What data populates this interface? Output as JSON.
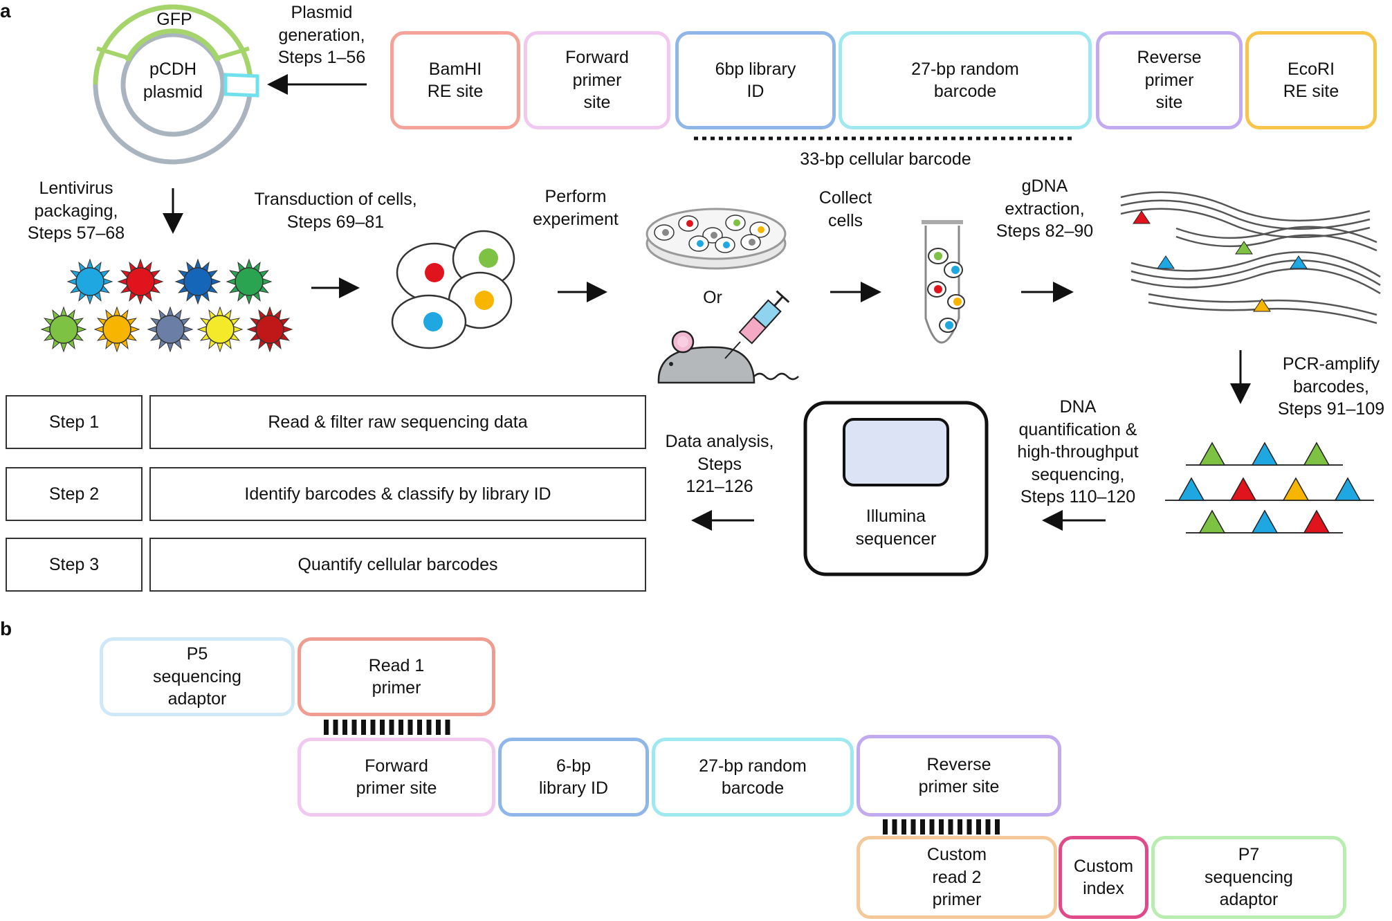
{
  "panel_a": {
    "letter": "a",
    "plasmid": {
      "gfp": "GFP",
      "name": "pCDH\nplasmid"
    },
    "plasmid_generation": "Plasmid\ngeneration,\nSteps 1–56",
    "construct": [
      {
        "label": "BamHI\nRE site",
        "color": "#f4a29a"
      },
      {
        "label": "Forward\nprimer\nsite",
        "color": "#f1c8f0"
      },
      {
        "label": "6bp library\nID",
        "color": "#8fb6e8"
      },
      {
        "label": "27-bp random\nbarcode",
        "color": "#9ee9ef"
      },
      {
        "label": "Reverse\nprimer\nsite",
        "color": "#c2aaf0"
      },
      {
        "label": "EcoRI\nRE site",
        "color": "#f7c44c"
      }
    ],
    "cellular_barcode": "33-bp cellular barcode",
    "lentivirus": "Lentivirus\npackaging,\nSteps 57–68",
    "transduction": "Transduction of cells,\nSteps 69–81",
    "perform_experiment": "Perform\nexperiment",
    "or": "Or",
    "collect_cells": "Collect\ncells",
    "gdna": "gDNA\nextraction,\nSteps 82–90",
    "pcr": "PCR-amplify\nbarcodes,\nSteps 91–109",
    "dna_quant": "DNA\nquantification &\nhigh-throughput\nsequencing,\nSteps 110–120",
    "sequencer": "Illumina\nsequencer",
    "data_analysis": "Data analysis,\nSteps\n121–126",
    "steps": [
      {
        "step": "Step 1",
        "desc": "Read & filter raw sequencing data"
      },
      {
        "step": "Step 2",
        "desc": "Identify barcodes & classify by library ID"
      },
      {
        "step": "Step 3",
        "desc": "Quantify cellular barcodes"
      }
    ]
  },
  "panel_b": {
    "letter": "b",
    "p5": "P5\nsequencing\nadaptor",
    "read1": "Read 1\nprimer",
    "forward": "Forward\nprimer site",
    "library_id": "6-bp\nlibrary ID",
    "random_barcode": "27-bp random\nbarcode",
    "reverse": "Reverse\nprimer site",
    "custom_read2": "Custom\nread 2\nprimer",
    "custom_index": "Custom\nindex",
    "p7": "P7\nsequencing\nadaptor"
  },
  "colors": {
    "red": "#e0141c",
    "green": "#7dc242",
    "blue": "#1ea7e1",
    "yellow": "#f8b500",
    "gfp_green": "#a5d46a",
    "plasmid_gray": "#a9b4bf",
    "cyan_insert": "#6fe0ec"
  }
}
